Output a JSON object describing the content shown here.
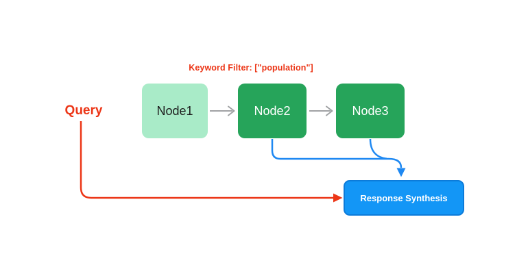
{
  "diagram": {
    "filter_label": "Keyword Filter: [\"population\"]",
    "query_label": "Query",
    "nodes": [
      {
        "label": "Node1",
        "variant": "light-green"
      },
      {
        "label": "Node2",
        "variant": "green"
      },
      {
        "label": "Node3",
        "variant": "green"
      }
    ],
    "response_box": {
      "label": "Response Synthesis"
    },
    "edges": [
      {
        "from": "Node1",
        "to": "Node2",
        "style": "gray-arrow"
      },
      {
        "from": "Node2",
        "to": "Node3",
        "style": "gray-arrow"
      },
      {
        "from": "Node2",
        "to": "Response Synthesis",
        "style": "blue-curve"
      },
      {
        "from": "Node3",
        "to": "Response Synthesis",
        "style": "blue-curve"
      },
      {
        "from": "Query",
        "to": "Response Synthesis",
        "style": "red-elbow"
      }
    ],
    "colors": {
      "red": "#ec3617",
      "green": "#26a45a",
      "light_green": "#a9ebc8",
      "blue_line": "#1e88f2",
      "blue_box_fill": "#1396f6",
      "blue_box_border": "#0c7bd9",
      "gray_arrow": "#a0a2a4",
      "node_text_dark": "#1c1c1c",
      "node_text_light": "#ffffff",
      "background": "#ffffff"
    }
  }
}
